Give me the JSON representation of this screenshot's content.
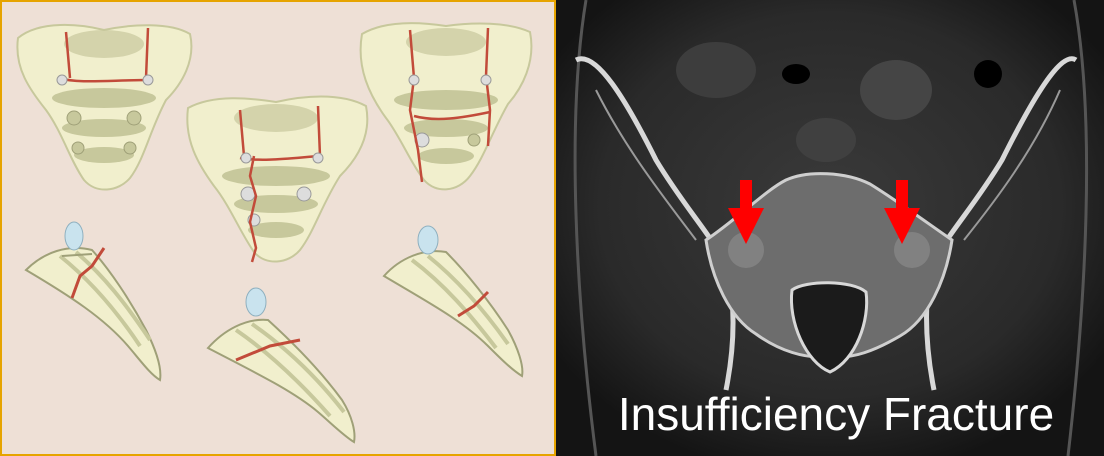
{
  "colors": {
    "illustration_background": "#eee0d6",
    "illustration_border": "#e6a400",
    "bone": "#f1efcd",
    "bone_shadow": "#c7c89c",
    "bone_dark": "#9fa078",
    "fracture_line": "#c24b3a",
    "ct_background": "#151515",
    "arrow": "#ff0000",
    "caption_text": "#ffffff"
  },
  "ct_scan": {
    "caption": "Insufficiency Fracture",
    "arrows": [
      "left-sacral-ala-arrow",
      "right-sacral-ala-arrow"
    ]
  },
  "illustration": {
    "sacrum_diagrams": [
      "sacrum-diagram-horizontal-fracture",
      "sacrum-diagram-vertical-fracture",
      "sacrum-diagram-h-fracture"
    ],
    "lateral_views": [
      "sacrum-lateral-upper-fracture",
      "sacrum-lateral-middle-fracture",
      "sacrum-lateral-lower-fracture"
    ]
  }
}
